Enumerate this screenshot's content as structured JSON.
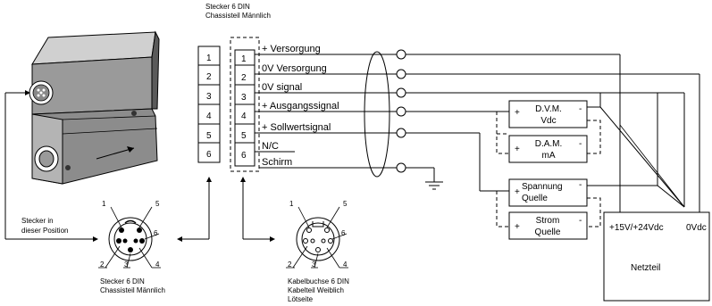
{
  "connector_top": {
    "line1": "Stecker 6 DIN",
    "line2": "Chassisteil  Männlich"
  },
  "pins": [
    "1",
    "2",
    "3",
    "4",
    "5",
    "6"
  ],
  "signals": [
    "+ Versorgung",
    "0V Versorgung",
    "0V signal",
    "+ Ausgangssignal",
    "+ Sollwertsignal",
    "N/C",
    "Schirm"
  ],
  "devices": {
    "dvm": {
      "line1": "D.V.M.",
      "line2": "Vdc"
    },
    "dam": {
      "line1": "D.A.M.",
      "line2": "mA"
    },
    "spannung": {
      "line1": "Spannung",
      "line2": "Quelle"
    },
    "strom": {
      "line1": "Strom",
      "line2": "Quelle"
    },
    "plus": "+",
    "minus": "-"
  },
  "netzteil": {
    "left": "+15V/+24Vdc",
    "right": "0Vdc",
    "label": "Netzteil"
  },
  "stecker_pos": {
    "line1": "Stecker in",
    "line2": "dieser Position"
  },
  "bottom_left": {
    "line1": "Stecker 6 DIN",
    "line2": "Chassisteil  Männlich"
  },
  "bottom_right": {
    "line1": "Kabelbuchse 6 DIN",
    "line2": "Kabelteil  Weiblich",
    "line3": "Lötseite"
  },
  "circle_pins": [
    "1",
    "5",
    "6",
    "2",
    "3",
    "4"
  ]
}
